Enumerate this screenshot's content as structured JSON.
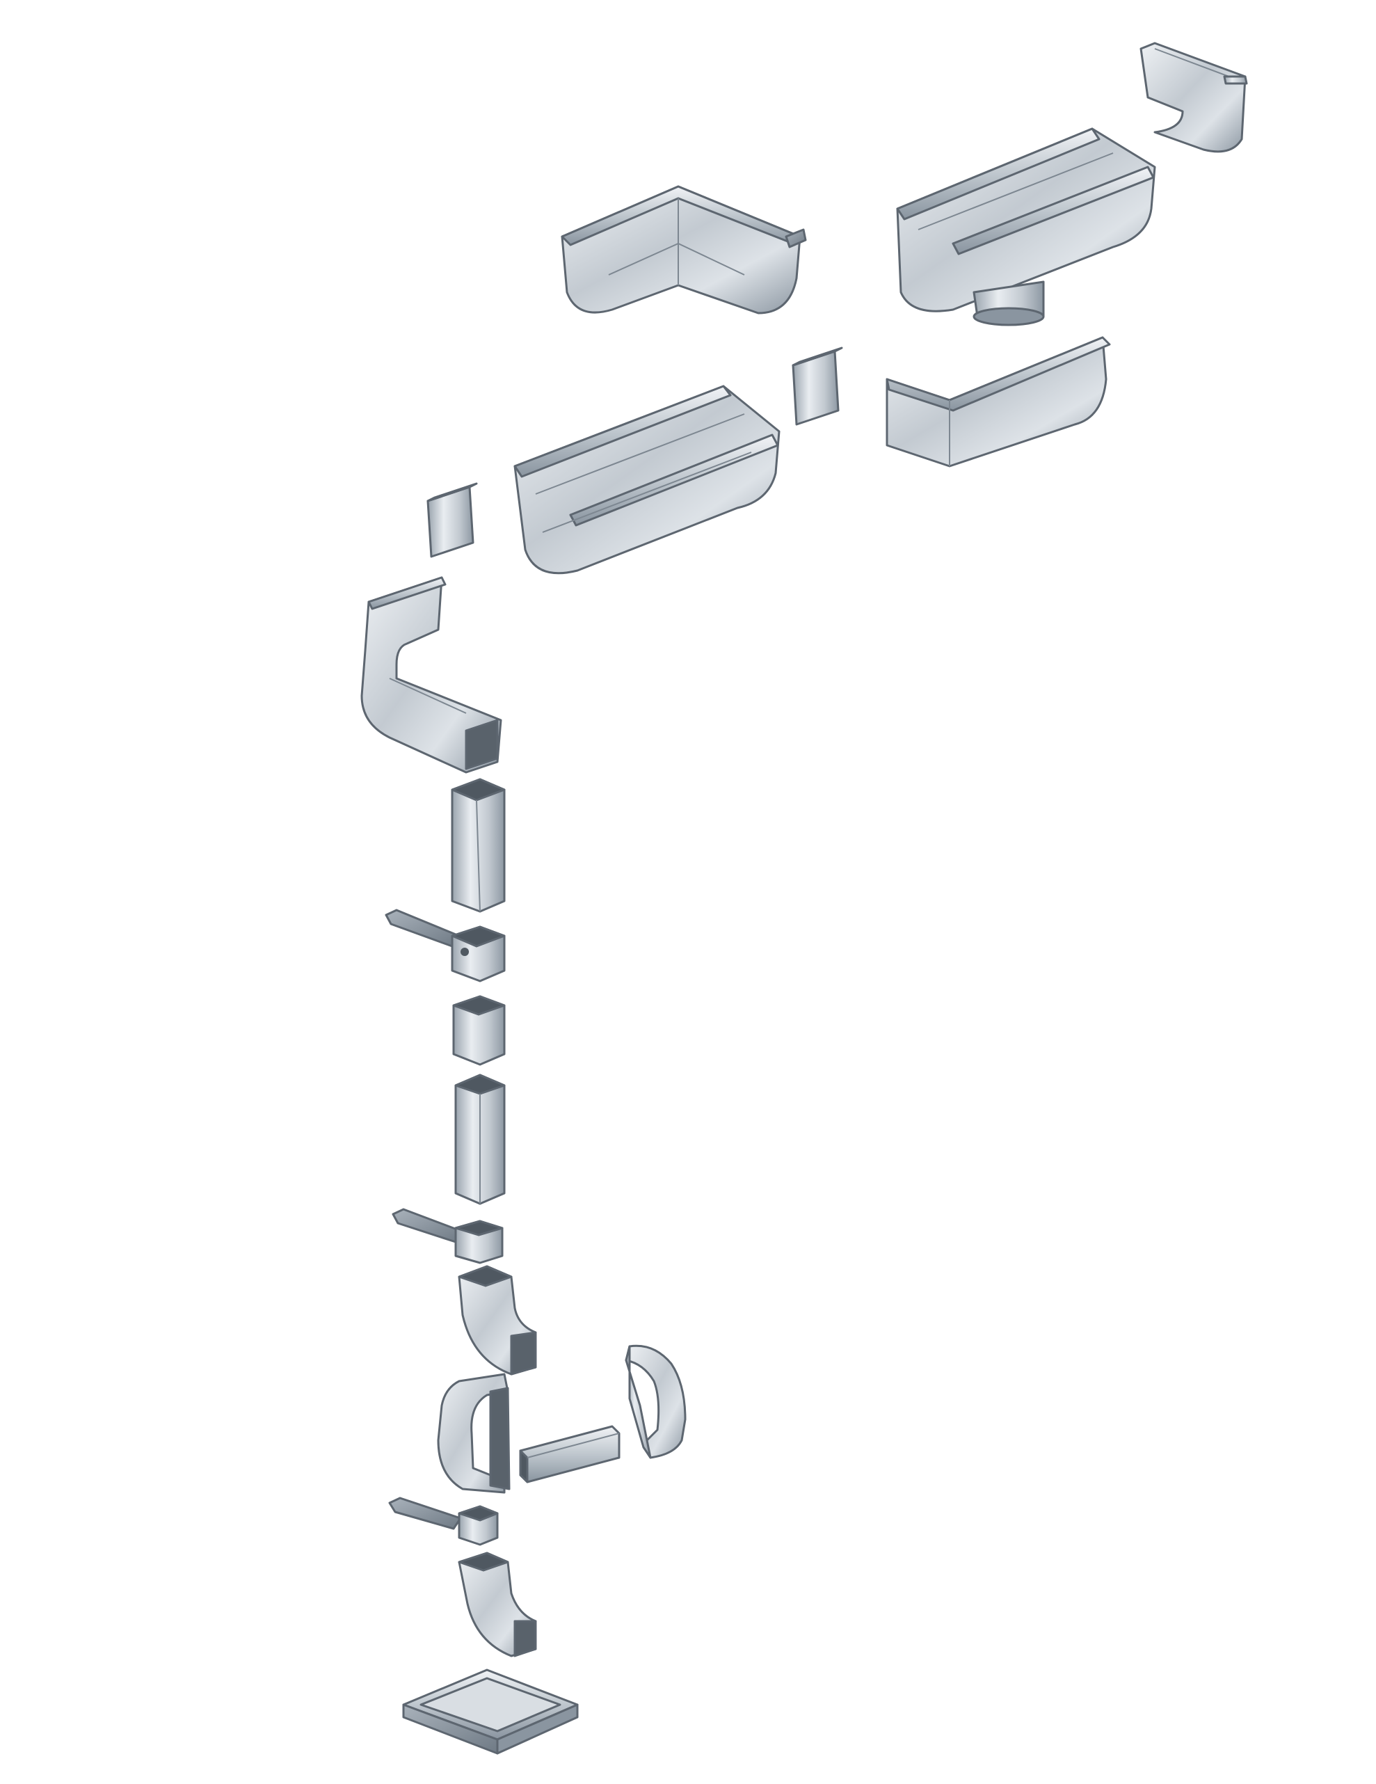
{
  "colors": {
    "background": "#ffffff",
    "metal_light": "#e7ebef",
    "metal_mid": "#b9c1c9",
    "metal_dark": "#7f8a95",
    "metal_edge": "#5d6670"
  },
  "components": [
    {
      "id": "gutter-end-cap"
    },
    {
      "id": "gutter-corner-inner"
    },
    {
      "id": "gutter-outlet-section"
    },
    {
      "id": "gutter-connector-1"
    },
    {
      "id": "gutter-corner-outer"
    },
    {
      "id": "gutter-section-long"
    },
    {
      "id": "gutter-connector-2"
    },
    {
      "id": "gutter-outlet-bend"
    },
    {
      "id": "downpipe-section-1"
    },
    {
      "id": "downpipe-bracket-1"
    },
    {
      "id": "downpipe-coupler"
    },
    {
      "id": "downpipe-section-2"
    },
    {
      "id": "downpipe-bracket-2"
    },
    {
      "id": "downpipe-elbow-1"
    },
    {
      "id": "downpipe-offset-left"
    },
    {
      "id": "downpipe-offset-right"
    },
    {
      "id": "downpipe-offset-pipe"
    },
    {
      "id": "downpipe-bracket-3"
    },
    {
      "id": "downpipe-shoe-elbow"
    },
    {
      "id": "drain-tray"
    }
  ]
}
